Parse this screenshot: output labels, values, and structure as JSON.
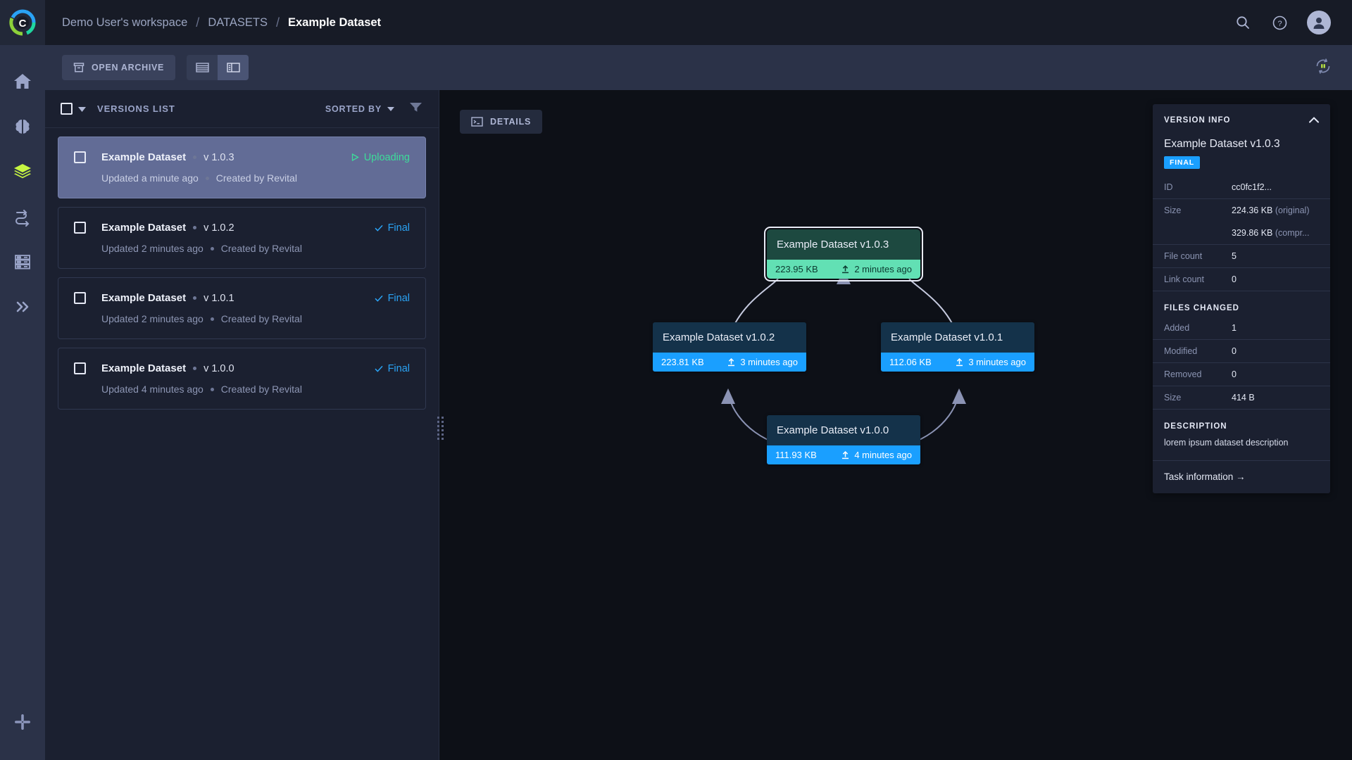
{
  "topbar": {
    "breadcrumb": [
      "Demo User's workspace",
      "DATASETS",
      "Example Dataset"
    ],
    "sep": "/",
    "icons": {
      "search": "search-icon",
      "help": "help-icon",
      "avatar": "avatar-icon"
    }
  },
  "rail": {
    "items": [
      {
        "name": "home",
        "label": "Home",
        "active": false
      },
      {
        "name": "models",
        "label": "Models",
        "active": false
      },
      {
        "name": "datasets",
        "label": "Datasets",
        "active": true
      },
      {
        "name": "pipelines",
        "label": "Pipelines",
        "active": false
      },
      {
        "name": "resources",
        "label": "Resources",
        "active": false
      },
      {
        "name": "expand",
        "label": "Expand",
        "active": false
      }
    ],
    "bottom": {
      "name": "slack",
      "label": "Slack"
    }
  },
  "toolbar": {
    "open_archive": "OPEN ARCHIVE",
    "view_table": "table-view",
    "view_split": "split-view",
    "sync": "sync-paused"
  },
  "list": {
    "select_all": "select-all",
    "title": "VERSIONS LIST",
    "sorted_by": "SORTED BY",
    "filter": "filter-icon",
    "items": [
      {
        "name": "Example Dataset",
        "version": "v 1.0.3",
        "status": "Uploading",
        "status_kind": "uploading",
        "updated": "Updated a minute ago",
        "created": "Created by Revital",
        "selected": true
      },
      {
        "name": "Example Dataset",
        "version": "v 1.0.2",
        "status": "Final",
        "status_kind": "final",
        "updated": "Updated 2 minutes ago",
        "created": "Created by Revital",
        "selected": false
      },
      {
        "name": "Example Dataset",
        "version": "v 1.0.1",
        "status": "Final",
        "status_kind": "final",
        "updated": "Updated 2 minutes ago",
        "created": "Created by Revital",
        "selected": false
      },
      {
        "name": "Example Dataset",
        "version": "v 1.0.0",
        "status": "Final",
        "status_kind": "final",
        "updated": "Updated 4 minutes ago",
        "created": "Created by Revital",
        "selected": false
      }
    ]
  },
  "canvas": {
    "details_button": "DETAILS",
    "nodes": [
      {
        "id": "n103",
        "title": "Example Dataset v1.0.3",
        "size": "223.95 KB",
        "time": "2 minutes ago",
        "color": "green",
        "selected": true
      },
      {
        "id": "n102",
        "title": "Example Dataset v1.0.2",
        "size": "223.81 KB",
        "time": "3 minutes ago",
        "color": "blue",
        "selected": false
      },
      {
        "id": "n101",
        "title": "Example Dataset v1.0.1",
        "size": "112.06 KB",
        "time": "3 minutes ago",
        "color": "blue",
        "selected": false
      },
      {
        "id": "n100",
        "title": "Example Dataset v1.0.0",
        "size": "111.93 KB",
        "time": "4 minutes ago",
        "color": "blue",
        "selected": false
      }
    ]
  },
  "info": {
    "header": "VERSION INFO",
    "name": "Example Dataset v1.0.3",
    "badge": "FINAL",
    "rows": [
      {
        "key": "ID",
        "value": "cc0fc1f2...",
        "muted": ""
      },
      {
        "key": "Size",
        "value": "224.36 KB",
        "muted": "(original)"
      },
      {
        "key": "",
        "value": "329.86 KB",
        "muted": "(compr..."
      },
      {
        "key": "File count",
        "value": "5",
        "muted": ""
      },
      {
        "key": "Link count",
        "value": "0",
        "muted": ""
      }
    ],
    "files_changed_title": "FILES CHANGED",
    "files_changed": [
      {
        "key": "Added",
        "value": "1"
      },
      {
        "key": "Modified",
        "value": "0"
      },
      {
        "key": "Removed",
        "value": "0"
      },
      {
        "key": "Size",
        "value": "414 B"
      }
    ],
    "description_title": "DESCRIPTION",
    "description": "lorem ipsum dataset description",
    "task_link": "Task information  →"
  },
  "colors": {
    "accent_green": "#62e0b4",
    "accent_blue": "#1a9fff",
    "rail_bg": "#2b3248",
    "panel_bg": "#1b2030",
    "canvas_bg": "#0d1017",
    "selected_row": "#626c96"
  }
}
